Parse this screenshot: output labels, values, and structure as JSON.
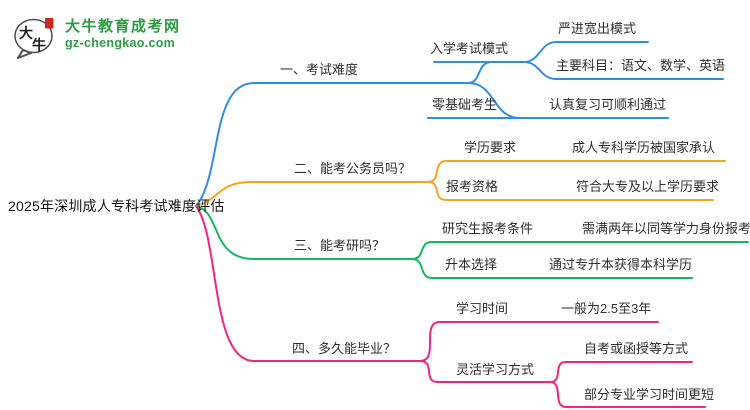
{
  "brand": {
    "site_name": "大牛教育成考网",
    "site_url": "gz-chengkao.com",
    "logo_char_1": "大",
    "logo_char_2": "牛",
    "brand_color": "#2e9b44",
    "logo_red": "#c9291e"
  },
  "mindmap": {
    "root_title": "2025年深圳成人专科考试难度评估",
    "branches": [
      {
        "label": "一、考试难度",
        "color": "#2f8de4",
        "children": [
          {
            "label": "入学考试模式",
            "children": [
              {
                "label": "严进宽出模式"
              },
              {
                "label": "主要科目：语文、数学、英语"
              }
            ]
          },
          {
            "label": "零基础考生",
            "children": [
              {
                "label": "认真复习可顺利通过"
              }
            ]
          }
        ]
      },
      {
        "label": "二、能考公务员吗？",
        "color": "#f5a41d",
        "children": [
          {
            "label": "学历要求",
            "children": [
              {
                "label": "成人专科学历被国家承认"
              }
            ]
          },
          {
            "label": "报考资格",
            "children": [
              {
                "label": "符合大专及以上学历要求"
              }
            ]
          }
        ]
      },
      {
        "label": "三、能考研吗？",
        "color": "#10b95f",
        "children": [
          {
            "label": "研究生报考条件",
            "children": [
              {
                "label": "需满两年以同等学力身份报考"
              }
            ]
          },
          {
            "label": "升本选择",
            "children": [
              {
                "label": "通过专升本获得本科学历"
              }
            ]
          }
        ]
      },
      {
        "label": "四、多久能毕业？",
        "color": "#f1257e",
        "children": [
          {
            "label": "学习时间",
            "children": [
              {
                "label": "一般为2.5至3年"
              }
            ]
          },
          {
            "label": "灵活学习方式",
            "children": [
              {
                "label": "自考或函授等方式"
              },
              {
                "label": "部分专业学习时间更短"
              }
            ]
          }
        ]
      }
    ]
  }
}
